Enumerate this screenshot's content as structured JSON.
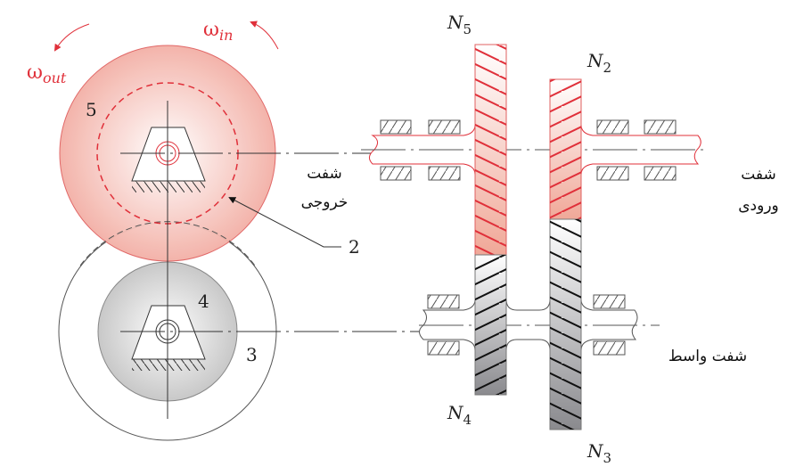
{
  "labels": {
    "omega_in": "ω",
    "omega_in_sub": "in",
    "omega_out": "ω",
    "omega_out_sub": "out",
    "gear5": "5",
    "gear4": "4",
    "gear3": "3",
    "gear2": "2",
    "n5": "N",
    "n5_sub": "5",
    "n2": "N",
    "n2_sub": "2",
    "n4": "N",
    "n4_sub": "4",
    "n3": "N",
    "n3_sub": "3",
    "output_shaft_line1": "شفت",
    "output_shaft_line2": "خروجی",
    "input_shaft_line1": "شفت",
    "input_shaft_line2": "ورودی",
    "countershaft": "شفت واسط"
  },
  "colors": {
    "red": "#e0303a",
    "gray": "#555555"
  }
}
